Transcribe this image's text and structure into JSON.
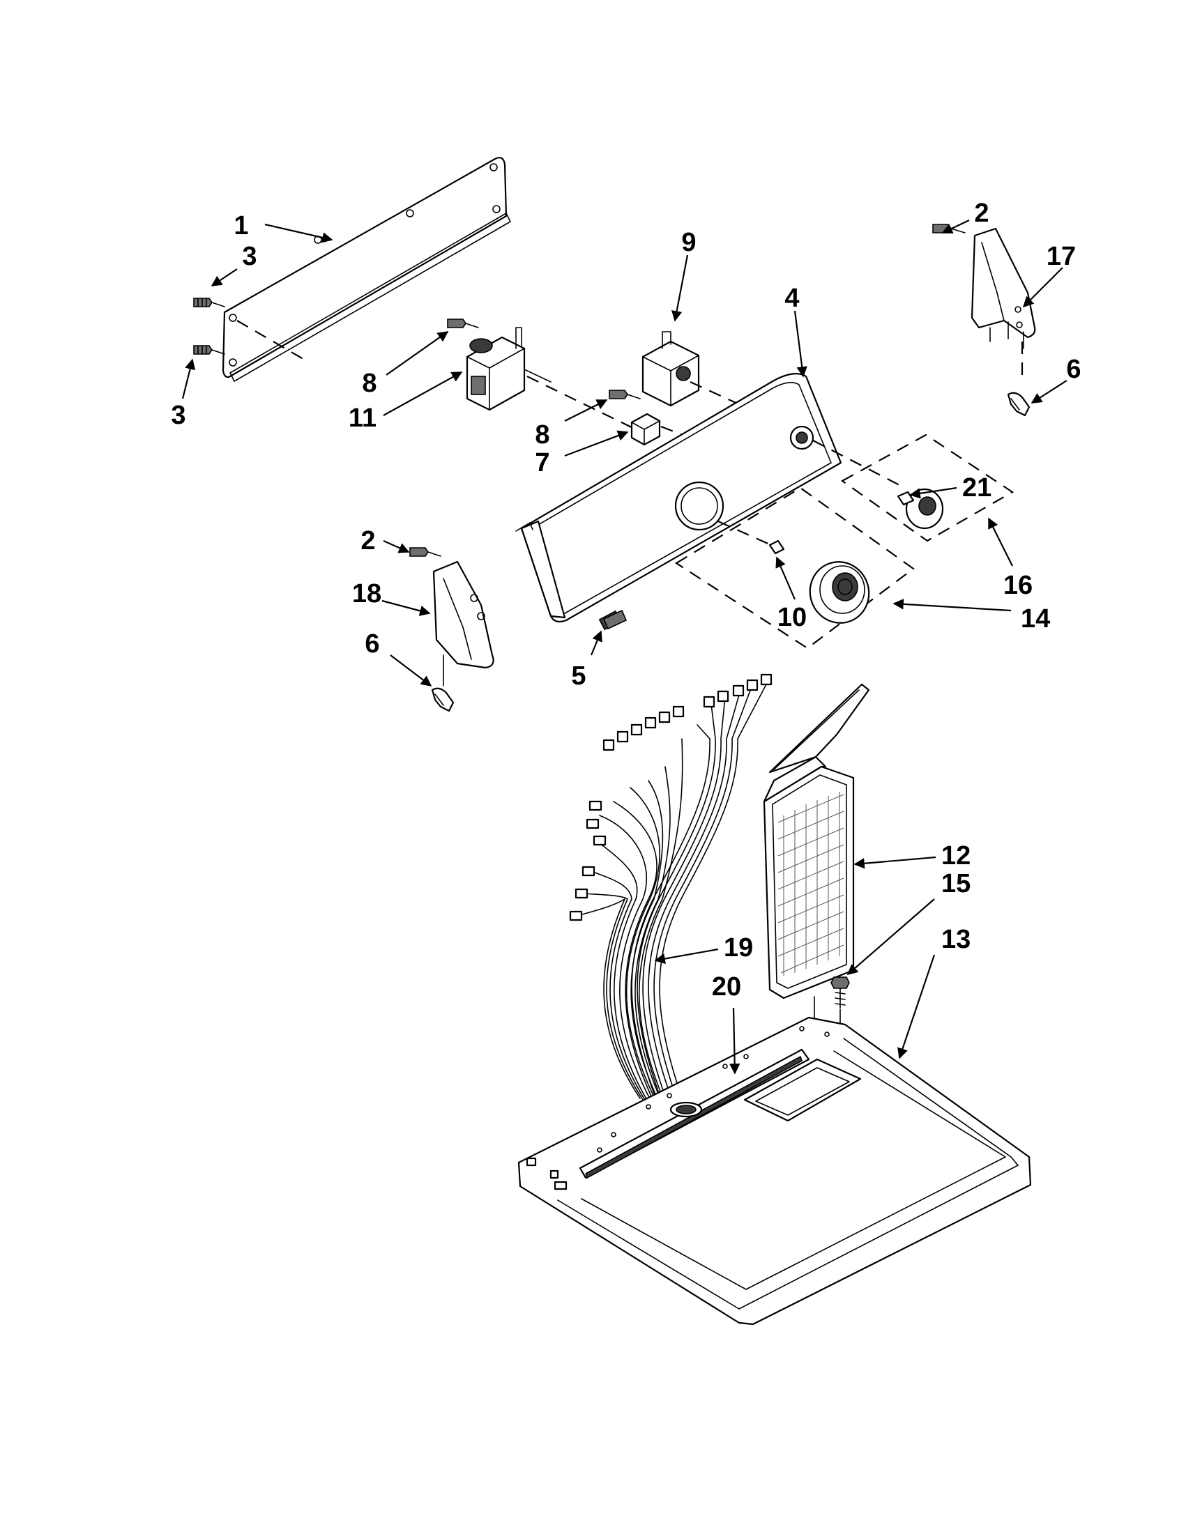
{
  "callouts": [
    {
      "id": "c1",
      "label": "1"
    },
    {
      "id": "c2a",
      "label": "2"
    },
    {
      "id": "c3a",
      "label": "3"
    },
    {
      "id": "c3b",
      "label": "3"
    },
    {
      "id": "c17",
      "label": "17"
    },
    {
      "id": "c9",
      "label": "9"
    },
    {
      "id": "c4",
      "label": "4"
    },
    {
      "id": "c8a",
      "label": "8"
    },
    {
      "id": "c11",
      "label": "11"
    },
    {
      "id": "c8b",
      "label": "8"
    },
    {
      "id": "c7",
      "label": "7"
    },
    {
      "id": "c6a",
      "label": "6"
    },
    {
      "id": "c21",
      "label": "21"
    },
    {
      "id": "c2b",
      "label": "2"
    },
    {
      "id": "c18",
      "label": "18"
    },
    {
      "id": "c16",
      "label": "16"
    },
    {
      "id": "c10",
      "label": "10"
    },
    {
      "id": "c14",
      "label": "14"
    },
    {
      "id": "c6b",
      "label": "6"
    },
    {
      "id": "c5",
      "label": "5"
    },
    {
      "id": "c12",
      "label": "12"
    },
    {
      "id": "c15",
      "label": "15"
    },
    {
      "id": "c13",
      "label": "13"
    },
    {
      "id": "c19",
      "label": "19"
    },
    {
      "id": "c20",
      "label": "20"
    }
  ]
}
